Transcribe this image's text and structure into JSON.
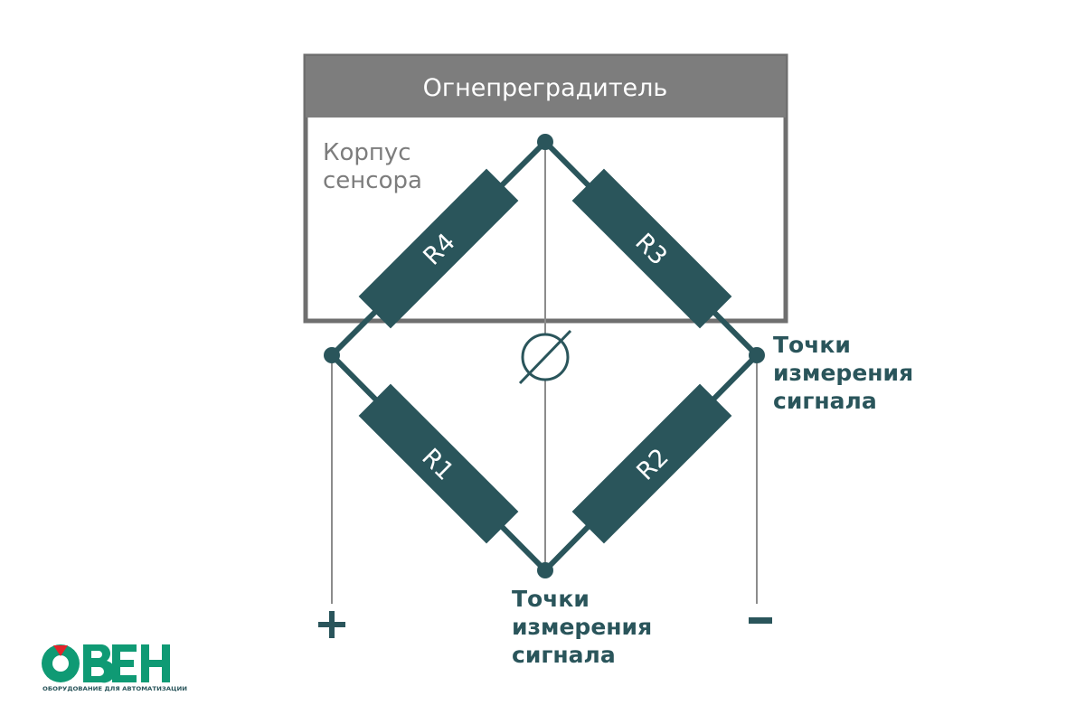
{
  "diagram": {
    "header_label": "Огнепреградитель",
    "housing_label": [
      "Корпус",
      "сенсора"
    ],
    "resistors": [
      {
        "id": "r1",
        "label": "R1"
      },
      {
        "id": "r2",
        "label": "R2"
      },
      {
        "id": "r3",
        "label": "R3"
      },
      {
        "id": "r4",
        "label": "R4"
      }
    ],
    "terminal_plus": "+",
    "terminal_minus": "−",
    "measure_right": [
      "Точки",
      "измерения",
      "сигнала"
    ],
    "measure_bottom": [
      "Точки",
      "измерения",
      "сигнала"
    ],
    "meter_symbol": "voltmeter"
  },
  "logo": {
    "brand": "ОВЕН",
    "tagline": "ОБОРУДОВАНИЕ ДЛЯ АВТОМАТИЗАЦИИ"
  },
  "colors": {
    "teal": "#2a555b",
    "gray": "#7d7d7d",
    "box_border": "#6f6f6f",
    "logo_green": "#0f9a74",
    "logo_red": "#e2232a"
  }
}
